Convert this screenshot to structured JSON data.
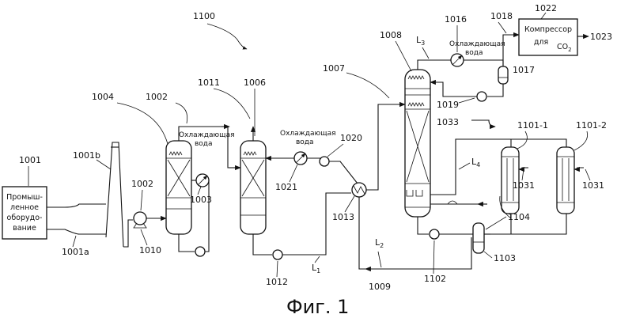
{
  "figure_number": "1100",
  "caption": "Фиг. 1",
  "industrial_equipment": {
    "ref": "1001",
    "text_lines": [
      "Промыш-",
      "ленное",
      "оборудо-",
      "вание"
    ]
  },
  "compressor": {
    "ref": "1022",
    "text_line1": "Компрессор",
    "text_line2": "для",
    "co2_main": "CO",
    "co2_sub": "2"
  },
  "cooling_water": {
    "line1": "Охлаждающая",
    "line2": "вода"
  },
  "stream_labels": {
    "l1_main": "L",
    "l1_sub": "1",
    "l2_main": "L",
    "l2_sub": "2",
    "l3_main": "L",
    "l3_sub": "3",
    "l4_main": "L",
    "l4_sub": "4"
  },
  "refs": {
    "r1001b": "1001b",
    "r1001a": "1001a",
    "r1002a": "1002",
    "r1002b": "1002",
    "r1003": "1003",
    "r1004": "1004",
    "r1006": "1006",
    "r1007": "1007",
    "r1008": "1008",
    "r1009": "1009",
    "r1010": "1010",
    "r1011": "1011",
    "r1012": "1012",
    "r1013": "1013",
    "r1016": "1016",
    "r1017": "1017",
    "r1018": "1018",
    "r1019": "1019",
    "r1020": "1020",
    "r1021": "1021",
    "r1023": "1023",
    "r1031a": "1031",
    "r1031b": "1031",
    "r1033": "1033",
    "r1101_1": "1101-1",
    "r1101_2": "1101-2",
    "r1102": "1102",
    "r1103": "1103",
    "r1104": "1104"
  }
}
